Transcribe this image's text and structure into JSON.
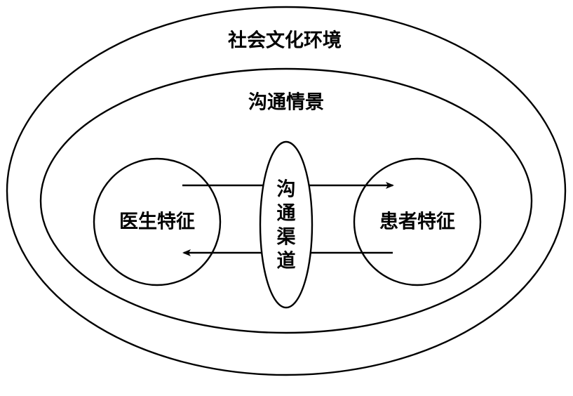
{
  "diagram": {
    "outer_label": "社会文化环境",
    "inner_label": "沟通情景",
    "doctor_label": "医生特征",
    "patient_label": "患者特征",
    "channel_chars": [
      "沟",
      "通",
      "渠",
      "道"
    ]
  },
  "colors": {
    "stroke": "#000000",
    "background": "#ffffff"
  }
}
